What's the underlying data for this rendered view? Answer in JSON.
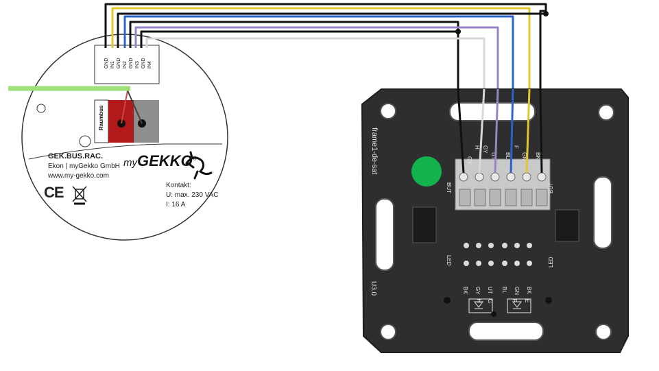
{
  "module": {
    "product_code": "GEK.BUS.RAC.",
    "manufacturer": "Ekon | myGekko GmbH",
    "website": "www.my-gekko.com",
    "brand_prefix": "my",
    "brand_name": "GEKKO",
    "brand_mark": "®",
    "ce_mark": "CE",
    "bus_label": "Raumbus",
    "contact_title": "Kontakt:",
    "contact_voltage": "U: max. 230 VAC",
    "contact_current": "I: 16 A",
    "terminals": [
      "GND",
      "IN1",
      "GND",
      "IN2",
      "GND",
      "IN3",
      "GND",
      "IN4"
    ]
  },
  "board": {
    "silkscreen_name": "frame1-de-sat",
    "version": "U3.0",
    "connector_pins": [
      "GY",
      "H",
      "GY",
      "UT",
      "BL",
      "F",
      "GN",
      "BK"
    ],
    "but_label_left": "BUT",
    "but_label_right": "BUT",
    "led_label_left": "LED",
    "led_label_right": "LED",
    "led_codes_top": [
      "BK",
      "GY",
      "UT",
      "BL",
      "GN",
      "BK"
    ],
    "led_codes_bottom": [
      "H",
      "G",
      "F",
      "E"
    ]
  },
  "wire_colors": {
    "black": "#111111",
    "yellow": "#e2c62e",
    "blue": "#2a64c4",
    "violet": "#9a84c6",
    "grey": "#d9d9d4",
    "bus_green": "#9fe07a",
    "relay_red": "#b01a1a",
    "relay_grey": "#8e8e8e",
    "board": "#2e2e2e",
    "button_green": "#12b24c"
  }
}
